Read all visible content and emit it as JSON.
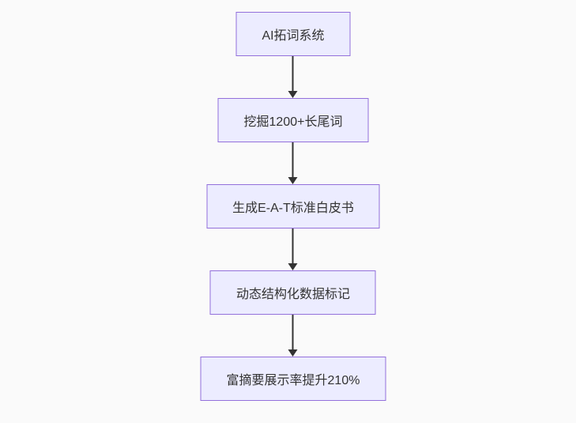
{
  "colors": {
    "bg": "#FAFAFA",
    "node_fill": "#ECECFF",
    "node_border": "#9370DB",
    "node_text": "#333333",
    "arrow": "#333333"
  },
  "diagram": {
    "type": "flowchart-top-down",
    "nodes": [
      {
        "id": "n0",
        "label": "AI拓词系统"
      },
      {
        "id": "n1",
        "label": "挖掘1200+长尾词"
      },
      {
        "id": "n2",
        "label": "生成E-A-T标准白皮书"
      },
      {
        "id": "n3",
        "label": "动态结构化数据标记"
      },
      {
        "id": "n4",
        "label": "富摘要展示率提升210%"
      }
    ],
    "edges": [
      {
        "from": "n0",
        "to": "n1"
      },
      {
        "from": "n1",
        "to": "n2"
      },
      {
        "from": "n2",
        "to": "n3"
      },
      {
        "from": "n3",
        "to": "n4"
      }
    ]
  }
}
